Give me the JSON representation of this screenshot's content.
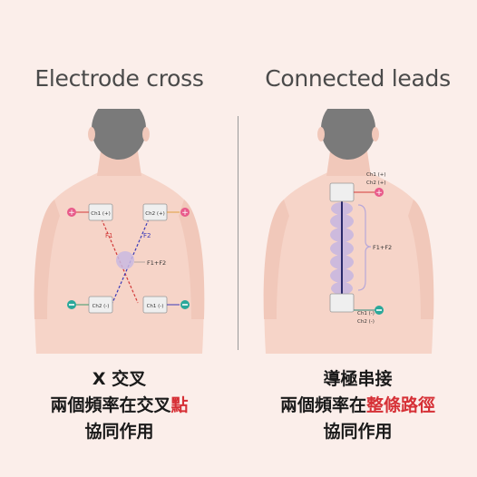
{
  "left": {
    "title": "Electrode cross",
    "labels": {
      "ch1_plus": "Ch1 (+)",
      "ch2_plus": "Ch2 (+)",
      "ch2_minus": "Ch2 (-)",
      "ch1_minus": "Ch1 (-)",
      "f1": "F1",
      "f2": "F2",
      "f1f2": "F1+F2"
    },
    "caption": {
      "line1": "X 交叉",
      "line2_pre": "兩個頻率在交叉",
      "line2_hl": "點",
      "line3": "協同作用"
    }
  },
  "right": {
    "title": "Connected leads",
    "labels": {
      "ch1_plus": "Ch1 (+)",
      "ch2_plus": "Ch2 (+)",
      "ch1_minus": "Ch1 (-)",
      "ch2_minus": "Ch2 (-)",
      "f1f2": "F1+F2"
    },
    "caption": {
      "line1": "導極串接",
      "line2_pre": "兩個頻率在",
      "line2_hl": "整條路徑",
      "line3": "協同作用"
    }
  },
  "colors": {
    "background": "#fbeeea",
    "skin": "#f6d4c8",
    "hair": "#7a7a7a",
    "highlight": "#d63036",
    "ch1_line": "#d23a3a",
    "ch2_line": "#3a3ab8",
    "positive": "#e85a8a",
    "negative": "#2aa89a",
    "interference": "#c9b8e0"
  }
}
